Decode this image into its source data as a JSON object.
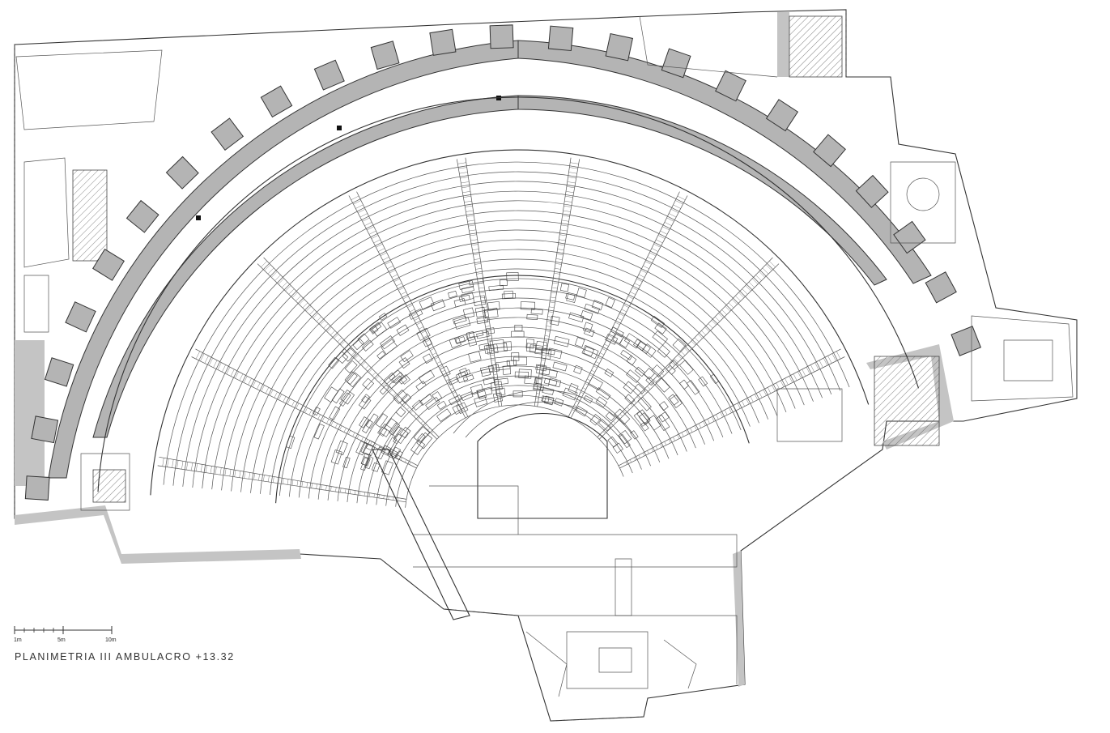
{
  "plan": {
    "title": "PLANIMETRIA III AMBULACRO +13.32",
    "scale_bar": {
      "labels": [
        "1m",
        "5m",
        "10m"
      ]
    },
    "colors": {
      "line": "#333333",
      "wall_fill": "#b4b4b4",
      "background": "#ffffff"
    }
  }
}
